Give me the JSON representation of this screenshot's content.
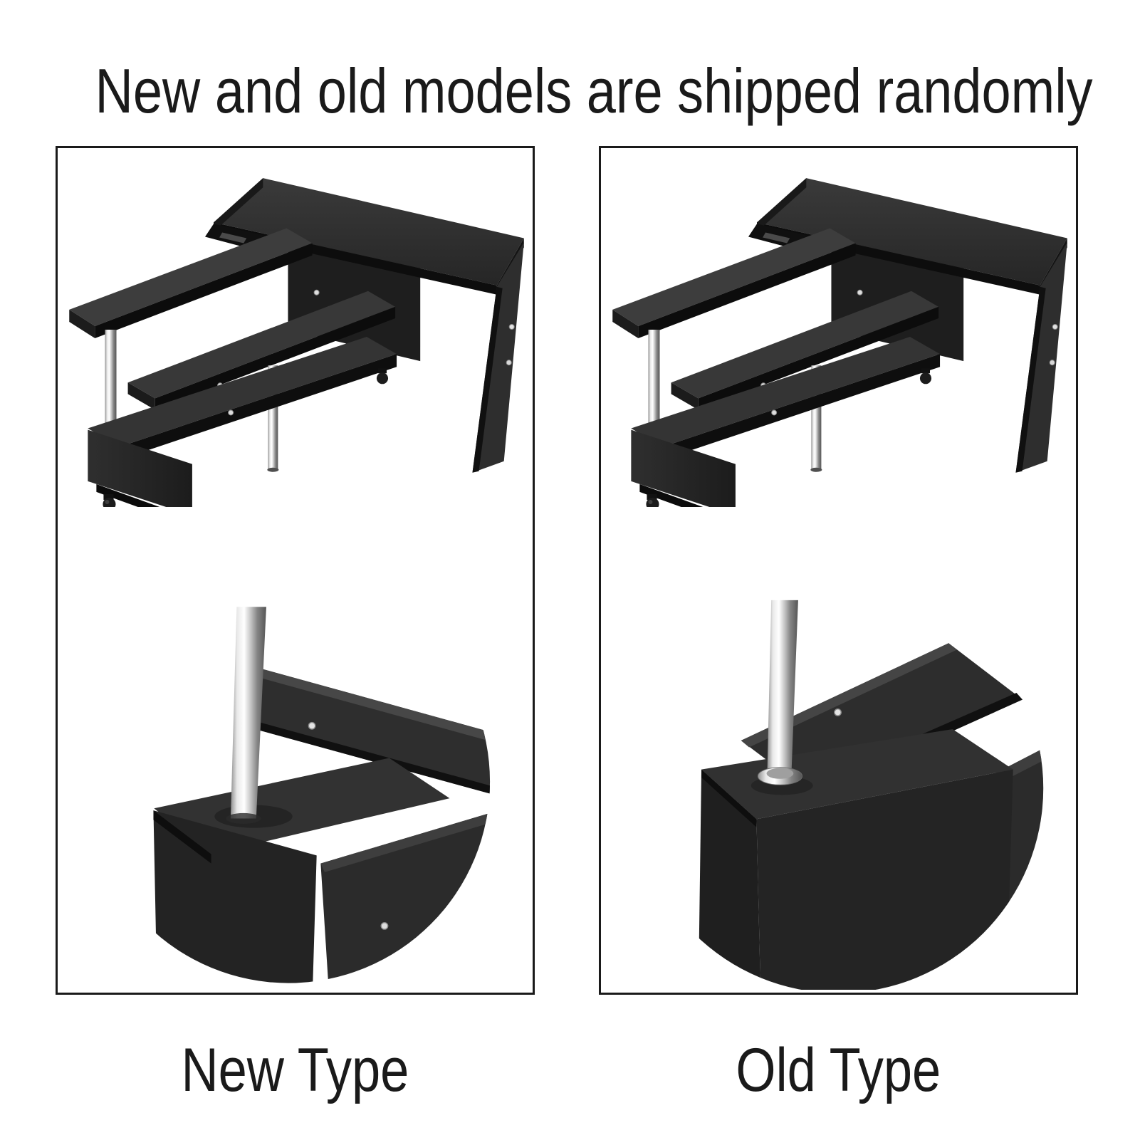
{
  "title": "New and old models are shipped randomly",
  "panels": [
    {
      "id": "new",
      "label": "New Type"
    },
    {
      "id": "old",
      "label": "Old Type"
    }
  ],
  "colors": {
    "background": "#ffffff",
    "text": "#1a1a1a",
    "panel_border": "#1a1a1a",
    "furniture_black": "#1e1e1e",
    "furniture_top_gray": "#333333",
    "chrome_highlight": "#f5f5f5",
    "chrome_shadow": "#5c5c5c"
  }
}
